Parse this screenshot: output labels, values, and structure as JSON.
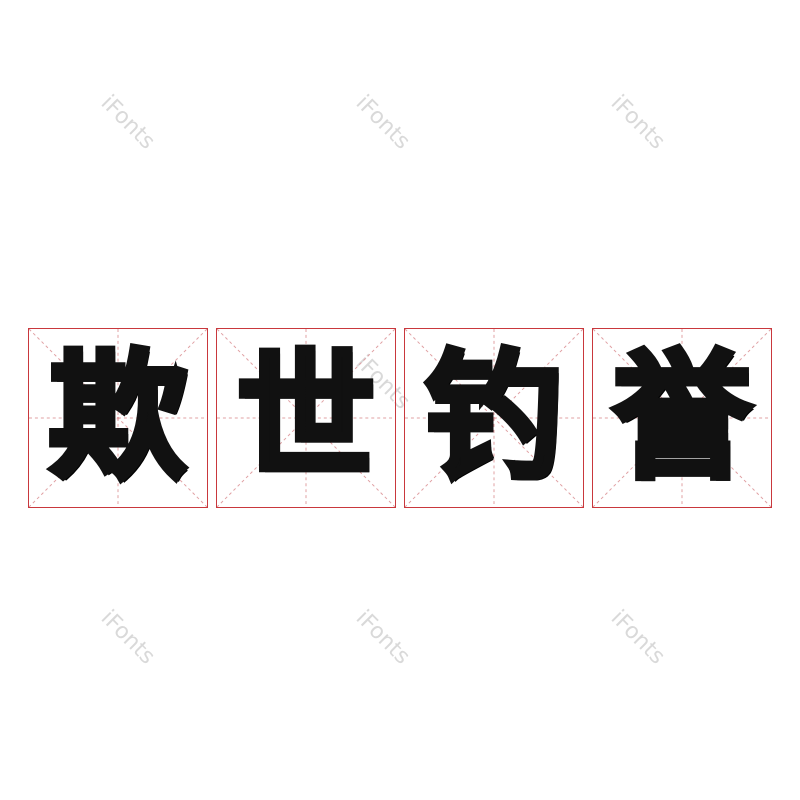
{
  "watermark_text": "iFonts",
  "characters": [
    "欺",
    "世",
    "钓",
    "誉"
  ],
  "colors": {
    "grid_border": "#c9383d",
    "grid_guides": "#e0a0a3",
    "glyph": "#111111",
    "watermark": "#d9d9d9"
  }
}
